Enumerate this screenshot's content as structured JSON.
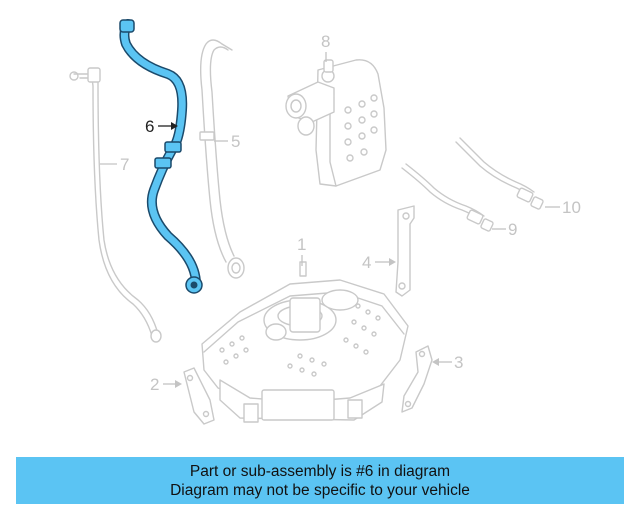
{
  "diagram": {
    "callouts": {
      "c1": "1",
      "c2": "2",
      "c3": "3",
      "c4": "4",
      "c5": "5",
      "c6": "6",
      "c7": "7",
      "c8": "8",
      "c9": "9",
      "c10": "10"
    },
    "highlighted_part": "6",
    "highlight_color": "#5bc4f3"
  },
  "banner": {
    "line1": "Part or sub-assembly is #6 in diagram",
    "line2": "Diagram may not be specific to your vehicle",
    "background": "#5bc4f3"
  }
}
